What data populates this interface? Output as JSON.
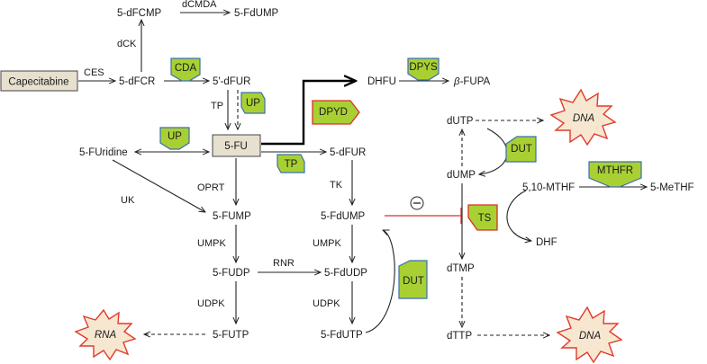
{
  "nodes": {
    "capecitabine": "Capecitabine",
    "dfcr": "5-dFCR",
    "dfcmp": "5-dFCMP",
    "fdump_top": "5-FdUMP",
    "dfur": "5′-dFUR",
    "dhfu": "DHFU",
    "fupa": "-FUPA",
    "fupa_beta": "β",
    "fu": "5-FU",
    "furidine": "5-FUridine",
    "dfur2": "5-dFUR",
    "fump": "5-FUMP",
    "fdump": "5-FdUMP",
    "fudp": "5-FUDP",
    "fdudp": "5-FdUDP",
    "futp": "5-FUTP",
    "fdutp": "5-FdUTP",
    "dutp": "dUTP",
    "dump": "dUMP",
    "dtmp": "dTMP",
    "dttp": "dTTP",
    "mthf": "5,10-MTHF",
    "methf": "5-MeTHF",
    "dhf": "DHF"
  },
  "enzymes": {
    "ces": "CES",
    "dck": "dCK",
    "dcmda": "dCMDA",
    "tp": "TP",
    "oprt": "OPRT",
    "uk": "UK",
    "tk": "TK",
    "umpk1": "UMPK",
    "umpk2": "UMPK",
    "rnr": "RNR",
    "udpk1": "UDPK",
    "udpk2": "UDPK"
  },
  "badges": {
    "cda": "CDA",
    "dpys": "DPYS",
    "up1": "UP",
    "up2": "UP",
    "dpyd": "DPYD",
    "tp": "TP",
    "dut1": "DUT",
    "dut2": "DUT",
    "mthfr": "MTHFR",
    "ts": "TS"
  },
  "inhibition_symbol": "⊖",
  "bursts": {
    "dna1": "DNA",
    "dna2": "DNA",
    "rna": "RNA"
  },
  "colors": {
    "badge_fill": "#a9d033",
    "badge_border_blue": "#3a6fb0",
    "badge_border_red": "#d9302a",
    "inhibition_line": "#e05050",
    "box_fill": "#e7e0cf",
    "burst_stroke": "#e23a2a"
  }
}
